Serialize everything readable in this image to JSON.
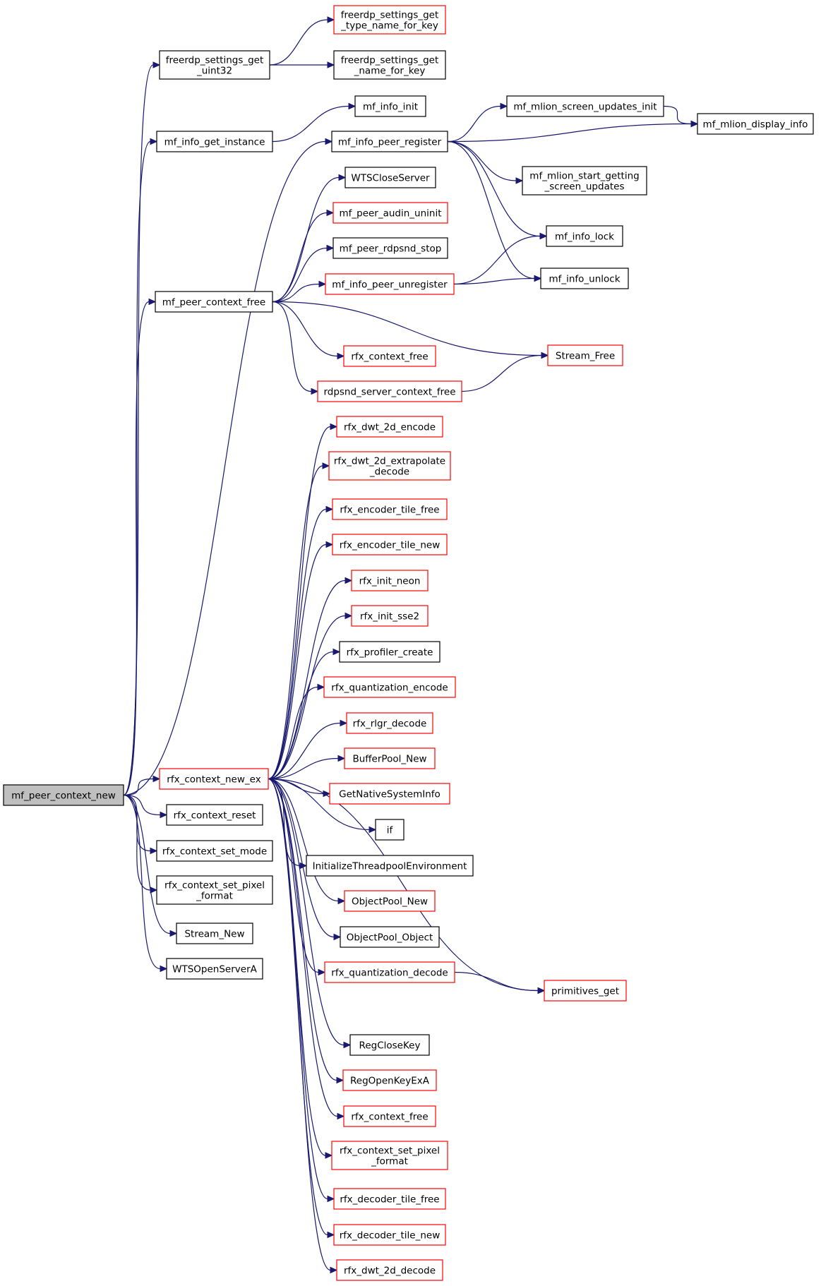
{
  "colors": {
    "edge": "#191970",
    "normal_border": "#000000",
    "truncated_border": "#ff0000",
    "root_fill": "#bfbfbf",
    "node_fill": "#ffffff"
  },
  "nodes": {
    "root": {
      "lines": [
        "mf_peer_context_new"
      ],
      "kind": "root"
    },
    "settings_get_uint32": {
      "lines": [
        "freerdp_settings_get",
        "_uint32"
      ],
      "kind": "normal"
    },
    "get_type_name": {
      "lines": [
        "freerdp_settings_get",
        "_type_name_for_key"
      ],
      "kind": "truncated"
    },
    "get_name_for_key": {
      "lines": [
        "freerdp_settings_get",
        "_name_for_key"
      ],
      "kind": "normal"
    },
    "mf_info_init": {
      "lines": [
        "mf_info_init"
      ],
      "kind": "normal"
    },
    "mf_info_get_instance": {
      "lines": [
        "mf_info_get_instance"
      ],
      "kind": "normal"
    },
    "mf_info_peer_register": {
      "lines": [
        "mf_info_peer_register"
      ],
      "kind": "normal"
    },
    "mlion_screen_updates_init": {
      "lines": [
        "mf_mlion_screen_updates_init"
      ],
      "kind": "normal"
    },
    "mlion_display_info": {
      "lines": [
        "mf_mlion_display_info"
      ],
      "kind": "normal"
    },
    "mlion_start_getting": {
      "lines": [
        "mf_mlion_start_getting",
        "_screen_updates"
      ],
      "kind": "normal"
    },
    "wts_close_server": {
      "lines": [
        "WTSCloseServer"
      ],
      "kind": "normal"
    },
    "peer_audin_uninit": {
      "lines": [
        "mf_peer_audin_uninit"
      ],
      "kind": "truncated"
    },
    "peer_rdpsnd_stop": {
      "lines": [
        "mf_peer_rdpsnd_stop"
      ],
      "kind": "normal"
    },
    "mf_info_lock": {
      "lines": [
        "mf_info_lock"
      ],
      "kind": "normal"
    },
    "mf_info_peer_unregister": {
      "lines": [
        "mf_info_peer_unregister"
      ],
      "kind": "truncated"
    },
    "mf_info_unlock": {
      "lines": [
        "mf_info_unlock"
      ],
      "kind": "normal"
    },
    "mf_peer_context_free": {
      "lines": [
        "mf_peer_context_free"
      ],
      "kind": "normal"
    },
    "rfx_context_free_a": {
      "lines": [
        "rfx_context_free"
      ],
      "kind": "truncated"
    },
    "stream_free": {
      "lines": [
        "Stream_Free"
      ],
      "kind": "truncated"
    },
    "rdpsnd_server_context_free": {
      "lines": [
        "rdpsnd_server_context_free"
      ],
      "kind": "truncated"
    },
    "rfx_dwt_2d_encode": {
      "lines": [
        "rfx_dwt_2d_encode"
      ],
      "kind": "truncated"
    },
    "rfx_dwt_2d_extrapolate": {
      "lines": [
        "rfx_dwt_2d_extrapolate",
        "_decode"
      ],
      "kind": "truncated"
    },
    "rfx_encoder_tile_free": {
      "lines": [
        "rfx_encoder_tile_free"
      ],
      "kind": "truncated"
    },
    "rfx_encoder_tile_new": {
      "lines": [
        "rfx_encoder_tile_new"
      ],
      "kind": "truncated"
    },
    "rfx_init_neon": {
      "lines": [
        "rfx_init_neon"
      ],
      "kind": "truncated"
    },
    "rfx_init_sse2": {
      "lines": [
        "rfx_init_sse2"
      ],
      "kind": "truncated"
    },
    "rfx_profiler_create": {
      "lines": [
        "rfx_profiler_create"
      ],
      "kind": "normal"
    },
    "rfx_quantization_encode": {
      "lines": [
        "rfx_quantization_encode"
      ],
      "kind": "truncated"
    },
    "rfx_rlgr_decode": {
      "lines": [
        "rfx_rlgr_decode"
      ],
      "kind": "truncated"
    },
    "bufferpool_new": {
      "lines": [
        "BufferPool_New"
      ],
      "kind": "truncated"
    },
    "get_native_system_info": {
      "lines": [
        "GetNativeSystemInfo"
      ],
      "kind": "truncated"
    },
    "if_node": {
      "lines": [
        "if"
      ],
      "kind": "normal"
    },
    "init_threadpool_env": {
      "lines": [
        "InitializeThreadpoolEnvironment"
      ],
      "kind": "normal"
    },
    "objectpool_new": {
      "lines": [
        "ObjectPool_New"
      ],
      "kind": "truncated"
    },
    "objectpool_object": {
      "lines": [
        "ObjectPool_Object"
      ],
      "kind": "normal"
    },
    "rfx_quantization_decode": {
      "lines": [
        "rfx_quantization_decode"
      ],
      "kind": "truncated"
    },
    "primitives_get": {
      "lines": [
        "primitives_get"
      ],
      "kind": "truncated"
    },
    "reg_close_key": {
      "lines": [
        "RegCloseKey"
      ],
      "kind": "normal"
    },
    "reg_open_key_ex": {
      "lines": [
        "RegOpenKeyExA"
      ],
      "kind": "truncated"
    },
    "rfx_context_free_b": {
      "lines": [
        "rfx_context_free"
      ],
      "kind": "truncated"
    },
    "rfx_context_set_pixel_b": {
      "lines": [
        "rfx_context_set_pixel",
        "_format"
      ],
      "kind": "truncated"
    },
    "rfx_decoder_tile_free": {
      "lines": [
        "rfx_decoder_tile_free"
      ],
      "kind": "truncated"
    },
    "rfx_decoder_tile_new": {
      "lines": [
        "rfx_decoder_tile_new"
      ],
      "kind": "truncated"
    },
    "rfx_dwt_2d_decode": {
      "lines": [
        "rfx_dwt_2d_decode"
      ],
      "kind": "truncated"
    },
    "rfx_context_new_ex": {
      "lines": [
        "rfx_context_new_ex"
      ],
      "kind": "truncated"
    },
    "rfx_context_reset": {
      "lines": [
        "rfx_context_reset"
      ],
      "kind": "normal"
    },
    "rfx_context_set_mode": {
      "lines": [
        "rfx_context_set_mode"
      ],
      "kind": "normal"
    },
    "rfx_context_set_pixel_a": {
      "lines": [
        "rfx_context_set_pixel",
        "_format"
      ],
      "kind": "normal"
    },
    "stream_new": {
      "lines": [
        "Stream_New"
      ],
      "kind": "normal"
    },
    "wts_open_server_a": {
      "lines": [
        "WTSOpenServerA"
      ],
      "kind": "normal"
    }
  },
  "edges": [
    [
      "root",
      "settings_get_uint32"
    ],
    [
      "root",
      "mf_info_get_instance"
    ],
    [
      "root",
      "mf_info_peer_register"
    ],
    [
      "root",
      "mf_peer_context_free"
    ],
    [
      "root",
      "rfx_context_new_ex"
    ],
    [
      "root",
      "rfx_context_reset"
    ],
    [
      "root",
      "rfx_context_set_mode"
    ],
    [
      "root",
      "rfx_context_set_pixel_a"
    ],
    [
      "root",
      "stream_new"
    ],
    [
      "root",
      "wts_open_server_a"
    ],
    [
      "settings_get_uint32",
      "get_type_name"
    ],
    [
      "settings_get_uint32",
      "get_name_for_key"
    ],
    [
      "mf_info_get_instance",
      "mf_info_init"
    ],
    [
      "mf_info_peer_register",
      "mlion_screen_updates_init"
    ],
    [
      "mf_info_peer_register",
      "mlion_display_info"
    ],
    [
      "mf_info_peer_register",
      "mlion_start_getting"
    ],
    [
      "mf_info_peer_register",
      "mf_info_lock"
    ],
    [
      "mf_info_peer_register",
      "mf_info_unlock"
    ],
    [
      "mlion_screen_updates_init",
      "mlion_display_info"
    ],
    [
      "mf_peer_context_free",
      "wts_close_server"
    ],
    [
      "mf_peer_context_free",
      "peer_audin_uninit"
    ],
    [
      "mf_peer_context_free",
      "peer_rdpsnd_stop"
    ],
    [
      "mf_peer_context_free",
      "mf_info_peer_unregister"
    ],
    [
      "mf_peer_context_free",
      "rfx_context_free_a"
    ],
    [
      "mf_peer_context_free",
      "stream_free"
    ],
    [
      "mf_peer_context_free",
      "rdpsnd_server_context_free"
    ],
    [
      "mf_info_peer_unregister",
      "mf_info_lock"
    ],
    [
      "mf_info_peer_unregister",
      "mf_info_unlock"
    ],
    [
      "rdpsnd_server_context_free",
      "stream_free"
    ],
    [
      "rfx_context_new_ex",
      "rfx_dwt_2d_encode"
    ],
    [
      "rfx_context_new_ex",
      "rfx_dwt_2d_extrapolate"
    ],
    [
      "rfx_context_new_ex",
      "rfx_encoder_tile_free"
    ],
    [
      "rfx_context_new_ex",
      "rfx_encoder_tile_new"
    ],
    [
      "rfx_context_new_ex",
      "rfx_init_neon"
    ],
    [
      "rfx_context_new_ex",
      "rfx_init_sse2"
    ],
    [
      "rfx_context_new_ex",
      "rfx_profiler_create"
    ],
    [
      "rfx_context_new_ex",
      "rfx_quantization_encode"
    ],
    [
      "rfx_context_new_ex",
      "rfx_rlgr_decode"
    ],
    [
      "rfx_context_new_ex",
      "bufferpool_new"
    ],
    [
      "rfx_context_new_ex",
      "get_native_system_info"
    ],
    [
      "rfx_context_new_ex",
      "if_node"
    ],
    [
      "rfx_context_new_ex",
      "init_threadpool_env"
    ],
    [
      "rfx_context_new_ex",
      "objectpool_new"
    ],
    [
      "rfx_context_new_ex",
      "objectpool_object"
    ],
    [
      "rfx_context_new_ex",
      "rfx_quantization_decode"
    ],
    [
      "rfx_context_new_ex",
      "primitives_get"
    ],
    [
      "rfx_context_new_ex",
      "reg_close_key"
    ],
    [
      "rfx_context_new_ex",
      "reg_open_key_ex"
    ],
    [
      "rfx_context_new_ex",
      "rfx_context_free_b"
    ],
    [
      "rfx_context_new_ex",
      "rfx_context_set_pixel_b"
    ],
    [
      "rfx_context_new_ex",
      "rfx_decoder_tile_free"
    ],
    [
      "rfx_context_new_ex",
      "rfx_decoder_tile_new"
    ],
    [
      "rfx_context_new_ex",
      "rfx_dwt_2d_decode"
    ],
    [
      "rfx_quantization_decode",
      "primitives_get"
    ]
  ]
}
